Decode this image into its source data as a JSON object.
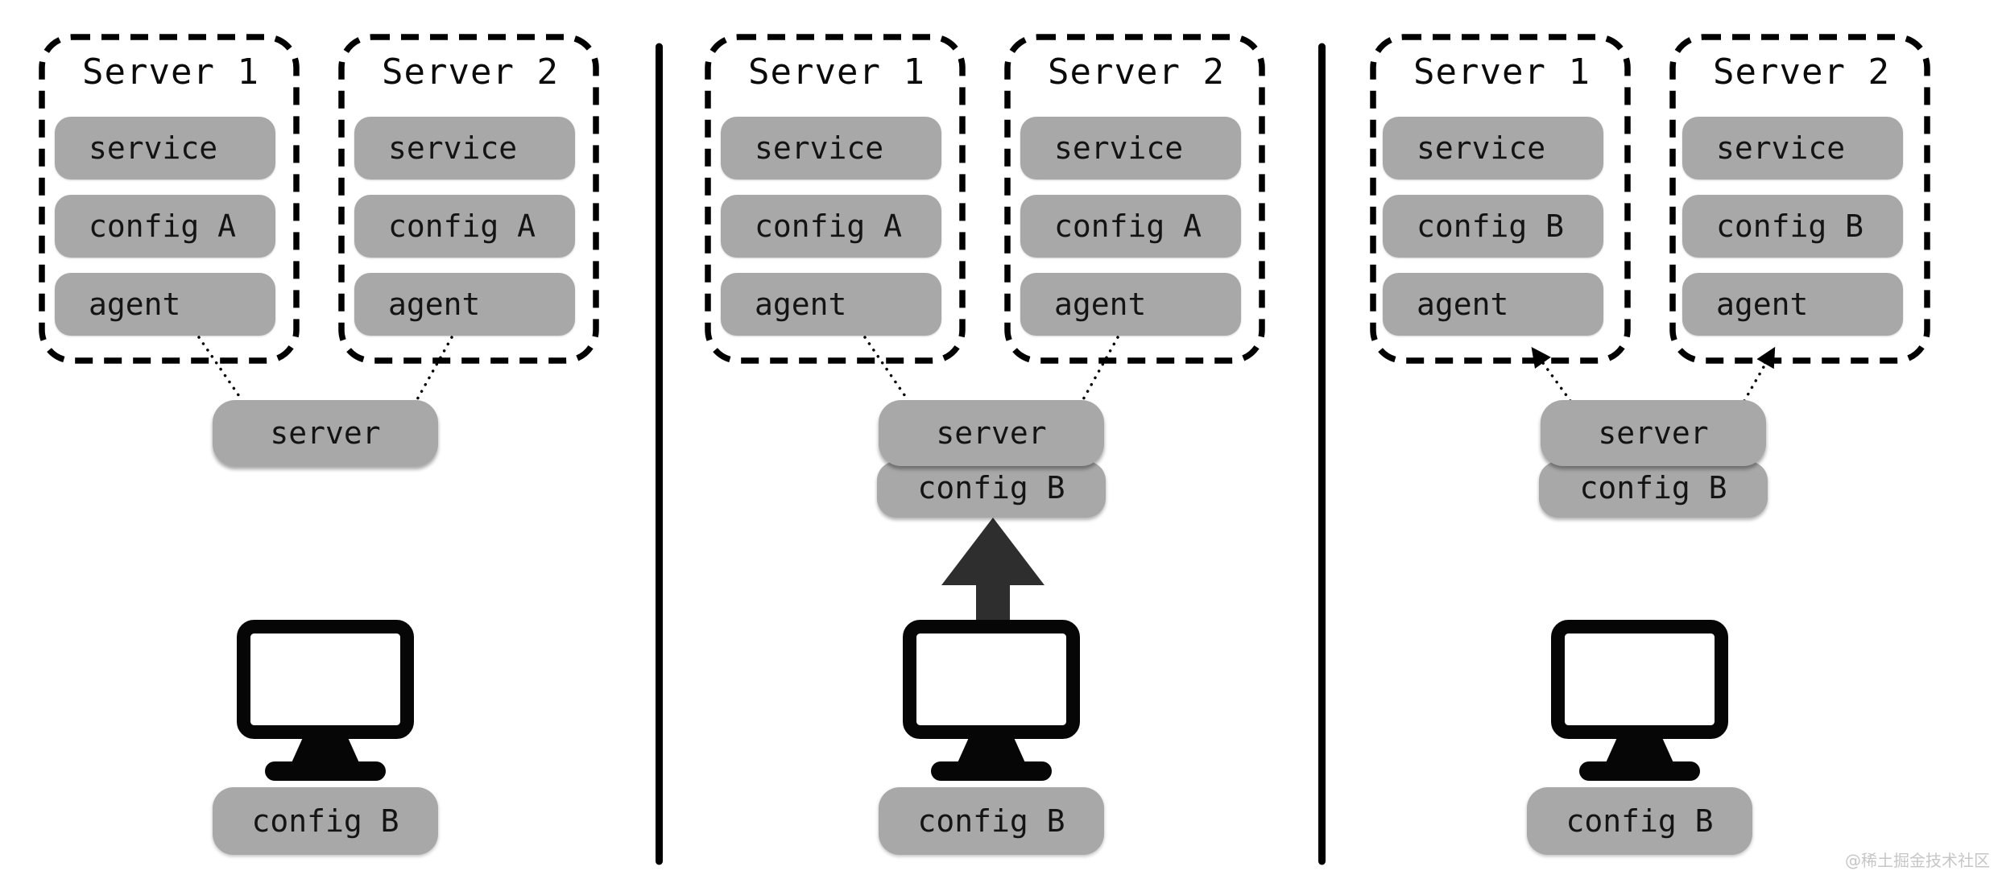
{
  "watermark": "@稀土掘金技术社区",
  "colors": {
    "background": "#ffffff",
    "pill_gray": "#a8a8a8",
    "pill_text": "#141414",
    "stroke_black": "#000000",
    "monitor_black": "#060606",
    "arrow_dark": "#2e2e2e",
    "watermark_gray": "#c6c6c6"
  },
  "icons": {
    "monitor": "desktop-monitor-icon",
    "upload_arrow": "up-arrow-icon",
    "arrowhead": "triangle-arrowhead-icon"
  },
  "panels": [
    {
      "servers": [
        {
          "title": "Server 1",
          "items": [
            "service",
            "config A",
            "agent"
          ]
        },
        {
          "title": "Server 2",
          "items": [
            "service",
            "config A",
            "agent"
          ]
        }
      ],
      "central": {
        "server": "server"
      },
      "workstation": {
        "config": "config B"
      }
    },
    {
      "servers": [
        {
          "title": "Server 1",
          "items": [
            "service",
            "config A",
            "agent"
          ]
        },
        {
          "title": "Server 2",
          "items": [
            "service",
            "config A",
            "agent"
          ]
        }
      ],
      "central": {
        "server": "server",
        "config": "config B"
      },
      "workstation": {
        "config": "config B"
      }
    },
    {
      "servers": [
        {
          "title": "Server 1",
          "items": [
            "service",
            "config B",
            "agent"
          ]
        },
        {
          "title": "Server 2",
          "items": [
            "service",
            "config B",
            "agent"
          ]
        }
      ],
      "central": {
        "server": "server",
        "config": "config B"
      },
      "workstation": {
        "config": "config B"
      }
    }
  ]
}
